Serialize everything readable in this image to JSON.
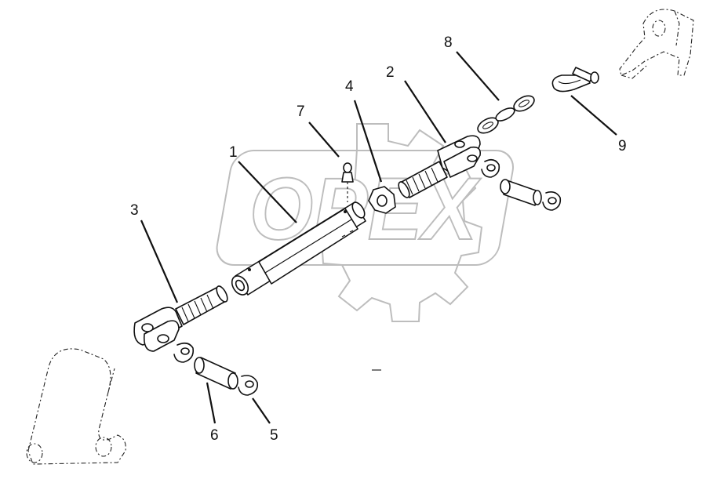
{
  "watermark": {
    "text": "OPEX"
  },
  "callouts": [
    "1",
    "2",
    "3",
    "4",
    "5",
    "6",
    "7",
    "8",
    "9"
  ]
}
